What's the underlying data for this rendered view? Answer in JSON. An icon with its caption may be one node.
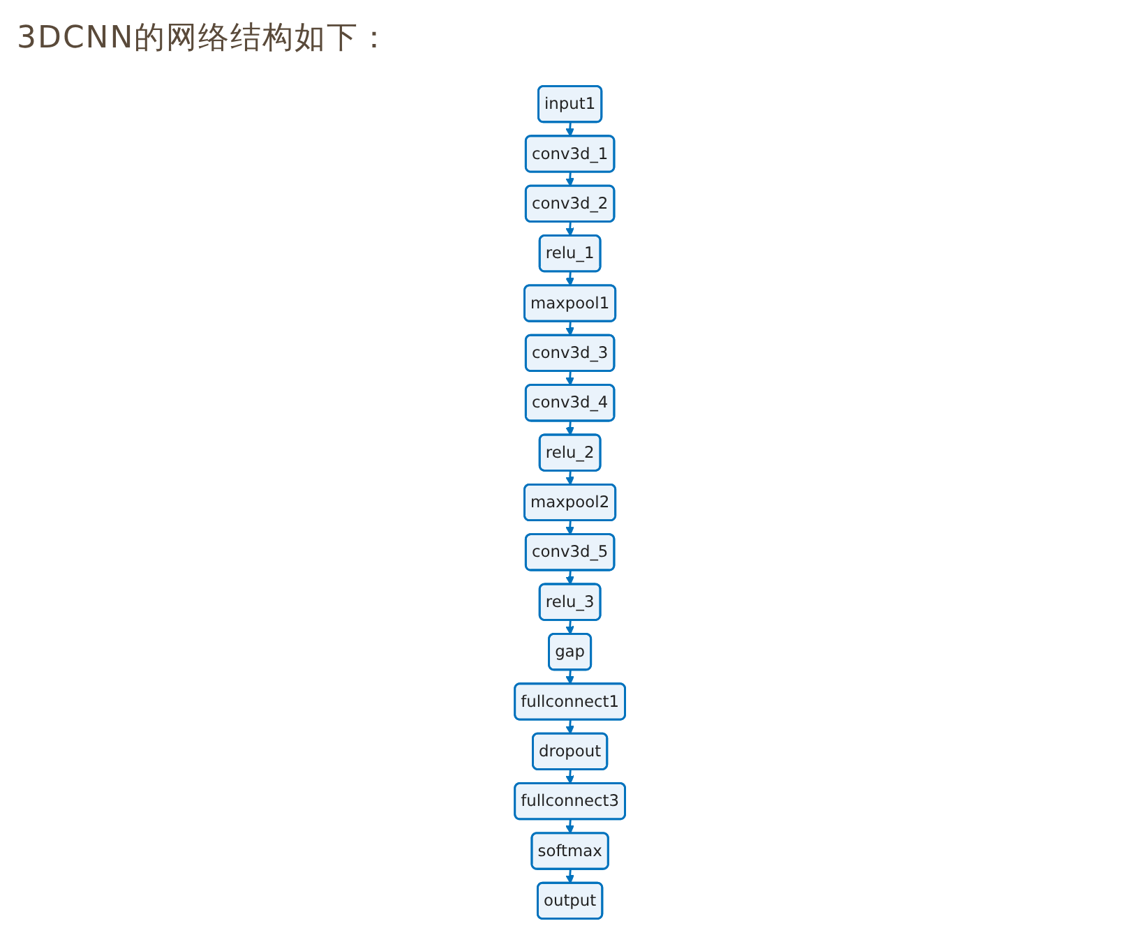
{
  "diagram": {
    "title": "3DCNN的网络结构如下：",
    "nodes": [
      {
        "text": [
          "input1"
        ]
      },
      {
        "text": [
          "conv3d_1"
        ]
      },
      {
        "text": [
          "conv3d_2"
        ]
      },
      {
        "text": [
          "relu_1"
        ]
      },
      {
        "text": [
          "maxpool1"
        ]
      },
      {
        "text": [
          "conv3d_3"
        ]
      },
      {
        "text": [
          "conv3d_4"
        ]
      },
      {
        "text": [
          "relu_2"
        ]
      },
      {
        "text": [
          "maxpool2"
        ]
      },
      {
        "text": [
          "conv3d_5"
        ]
      },
      {
        "text": [
          "relu_3"
        ]
      },
      {
        "text": [
          "gap"
        ]
      },
      {
        "text": [
          "fullconnect1"
        ]
      },
      {
        "text": [
          "dropout"
        ]
      },
      {
        "text": [
          "fullconnect3"
        ]
      },
      {
        "text": [
          "softmax"
        ]
      },
      {
        "text": [
          "output"
        ]
      }
    ],
    "edges": [
      {
        "from": 0,
        "to": 1,
        "arrow": "to"
      },
      {
        "from": 1,
        "to": 2,
        "arrow": "to"
      },
      {
        "from": 2,
        "to": 3,
        "arrow": "to"
      },
      {
        "from": 3,
        "to": 4,
        "arrow": "to"
      },
      {
        "from": 4,
        "to": 5,
        "arrow": "to"
      },
      {
        "from": 5,
        "to": 6,
        "arrow": "to"
      },
      {
        "from": 6,
        "to": 7,
        "arrow": "to"
      },
      {
        "from": 7,
        "to": 8,
        "arrow": "to"
      },
      {
        "from": 8,
        "to": 9,
        "arrow": "to"
      },
      {
        "from": 9,
        "to": 10,
        "arrow": "to"
      },
      {
        "from": 10,
        "to": 11,
        "arrow": "to"
      },
      {
        "from": 11,
        "to": 12,
        "arrow": "to"
      },
      {
        "from": 12,
        "to": 13,
        "arrow": "to"
      },
      {
        "from": 13,
        "to": 14,
        "arrow": "to"
      },
      {
        "from": 14,
        "to": 15,
        "arrow": "to"
      },
      {
        "from": 15,
        "to": 16,
        "arrow": "to"
      }
    ]
  }
}
